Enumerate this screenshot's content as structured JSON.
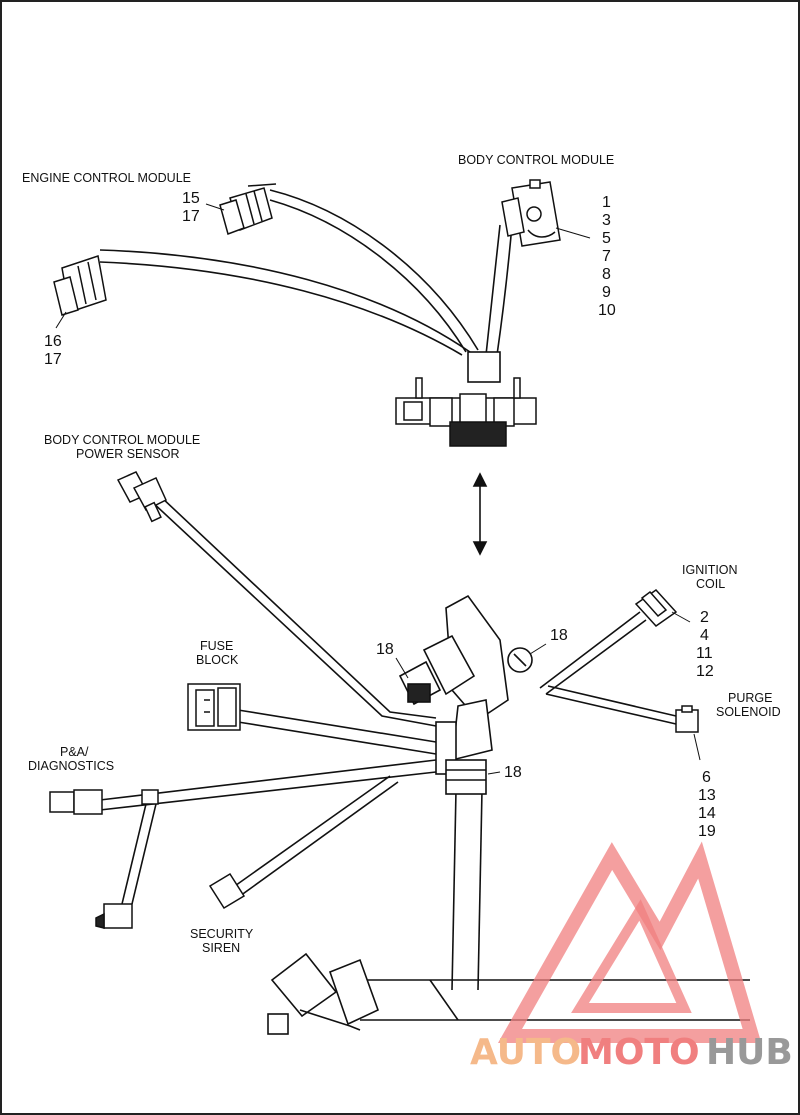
{
  "labels": {
    "engine_control_module": "ENGINE CONTROL MODULE",
    "body_control_module": "BODY CONTROL MODULE",
    "bcm_power_sensor_line1": "BODY CONTROL MODULE",
    "bcm_power_sensor_line2": "POWER SENSOR",
    "ignition_coil_line1": "IGNITION",
    "ignition_coil_line2": "COIL",
    "fuse_block_line1": "FUSE",
    "fuse_block_line2": "BLOCK",
    "purge_solenoid_line1": "PURGE",
    "purge_solenoid_line2": "SOLENOID",
    "pa_diagnostics_line1": "P&A/",
    "pa_diagnostics_line2": "DIAGNOSTICS",
    "security_siren_line1": "SECURITY",
    "security_siren_line2": "SIREN"
  },
  "callouts": {
    "ecm_upper": [
      "15",
      "17"
    ],
    "ecm_lower": [
      "16",
      "17"
    ],
    "bcm": [
      "1",
      "3",
      "5",
      "7",
      "8",
      "9",
      "10"
    ],
    "ignition_coil": [
      "2",
      "4",
      "11",
      "12"
    ],
    "purge_solenoid": [
      "6",
      "13",
      "14",
      "19"
    ],
    "clip_left": "18",
    "clip_right": "18",
    "clip_trunk": "18"
  },
  "watermark": {
    "part1": "AUTO",
    "part2": "MOTO",
    "part3": "HUB",
    "color_orange": "#f5b98a",
    "color_red": "#f07f7f",
    "color_gray": "#999999"
  }
}
